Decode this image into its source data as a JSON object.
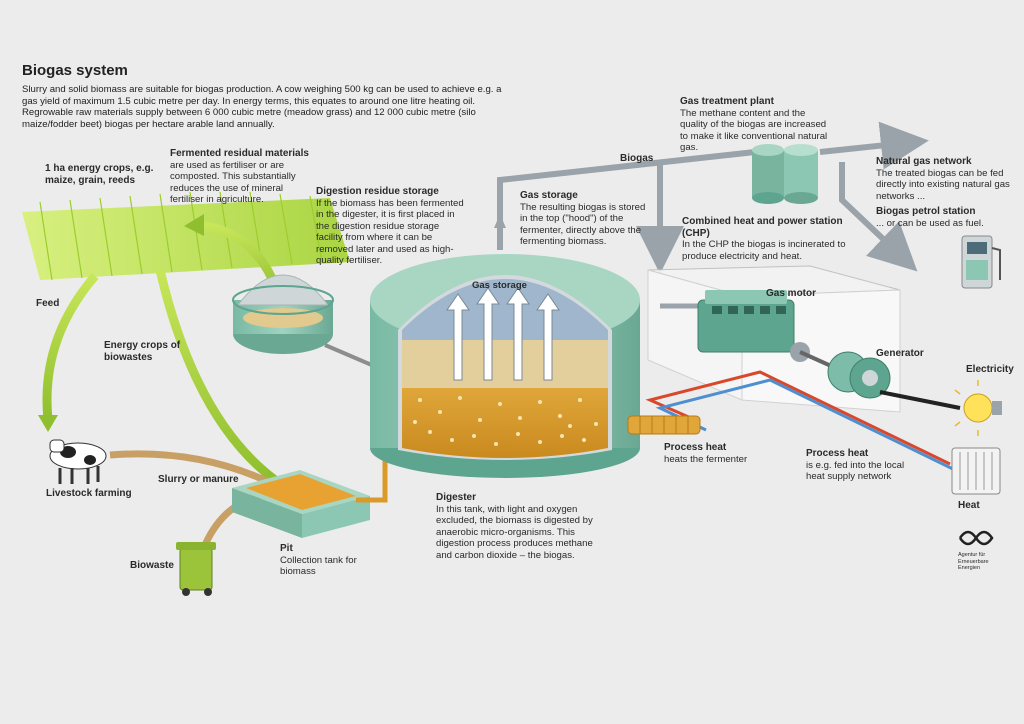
{
  "title": "Biogas system",
  "intro": "Slurry and solid biomass are suitable for biogas production. A cow weighing 500 kg can be used to achieve e.g. a gas yield of maximum 1.5 cubic metre per day. In energy terms, this equates to around one litre heating oil. Regrowable raw materials supply between 6 000 cubic metre (meadow grass) and 12 000 cubic metre (silo maize/fodder beet) biogas per hectare arable land annually.",
  "energy_crops": {
    "title": "1 ha energy crops, e.g. maize, grain, reeds"
  },
  "fermented": {
    "title": "Fermented residual materials",
    "text": "are used as fertiliser or are composted. This substantially reduces the use of mineral fertiliser in agriculture."
  },
  "residue_storage": {
    "title": "Digestion residue storage",
    "text": "If the biomass has been fermented in the digester, it is first placed in the digestion residue storage facility from where it can be removed later and used as high-quality fertiliser."
  },
  "feed": "Feed",
  "energy_crops_biowastes": "Energy crops of biowastes",
  "livestock": "Livestock farming",
  "slurry": "Slurry or manure",
  "biowaste": "Biowaste",
  "pit": {
    "title": "Pit",
    "text": "Collection tank for biomass"
  },
  "gas_storage_inside": "Gas storage",
  "gas_storage": {
    "title": "Gas storage",
    "text": "The resulting biogas is stored in the top (\"hood\") of the fermenter, directly above the fermenting biomass."
  },
  "biogas": "Biogas",
  "gas_treatment": {
    "title": "Gas treatment plant",
    "text": "The methane content and the quality of the biogas are increased to make it like conventional natural gas."
  },
  "natural_gas": {
    "title": "Natural gas network",
    "text": "The treated biogas can be fed directly into existing natural gas networks ..."
  },
  "petrol_station": {
    "title": "Biogas petrol station",
    "text": "... or can be used as fuel."
  },
  "chp": {
    "title": "Combined heat and power station (CHP)",
    "text": "In the CHP the biogas is incinerated to produce electricity and heat."
  },
  "gas_motor": "Gas motor",
  "generator": "Generator",
  "electricity": "Electricity",
  "process_heat_1": {
    "title": "Process heat",
    "text": "heats the fermenter"
  },
  "process_heat_2": {
    "title": "Process heat",
    "text": "is e.g. fed into the local heat supply network"
  },
  "heat": "Heat",
  "digester": {
    "title": "Digester",
    "text": "In this tank, with light and oxygen excluded, the biomass is digested by anaerobic micro-organisms. This digestion process produces methane and carbon dioxide – the biogas."
  },
  "logo": "Agentur für Erneuerbare Energien",
  "colors": {
    "tank": "#8cc7b4",
    "tank_dark": "#5ea58f",
    "gas": "#a8bccf",
    "substrate": "#e2c98d",
    "digest": "#d99a2a",
    "pipe": "#9aa3aa",
    "crop": "#bfe34a",
    "heat_red": "#d9482b",
    "heat_blue": "#4f8fd0"
  }
}
